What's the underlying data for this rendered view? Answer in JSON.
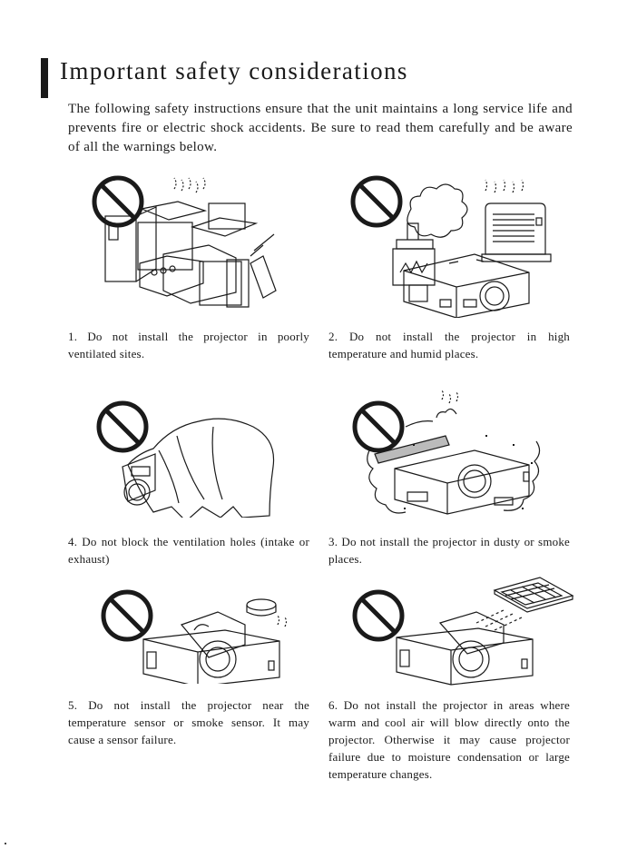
{
  "title": "Important safety considerations",
  "intro": "The following safety instructions ensure that the unit maintains a long service life and prevents fire or electric shock accidents. Be sure to read them carefully and be aware of all the warnings below.",
  "items": [
    {
      "caption": "1. Do not install the projector in poorly ventilated sites.",
      "icon": "poor-ventilation-icon"
    },
    {
      "caption": "2. Do not install the projector in high temperature and humid places.",
      "icon": "high-temperature-humid-icon"
    },
    {
      "caption": "4. Do not block the ventilation holes (intake or exhaust)",
      "icon": "blocked-vents-icon"
    },
    {
      "caption": "3. Do not install the projector in dusty or smoke places.",
      "icon": "dusty-smoke-icon"
    },
    {
      "caption": "5. Do not install the projector near the temperature sensor or smoke sensor. It may cause a sensor failure.",
      "icon": "near-sensor-icon"
    },
    {
      "caption": "6. Do not install the projector in areas where warm and cool air will blow directly onto the projector. Otherwise it may cause projector failure due to moisture condensation or  large temperature changes.",
      "icon": "air-vent-icon"
    }
  ]
}
